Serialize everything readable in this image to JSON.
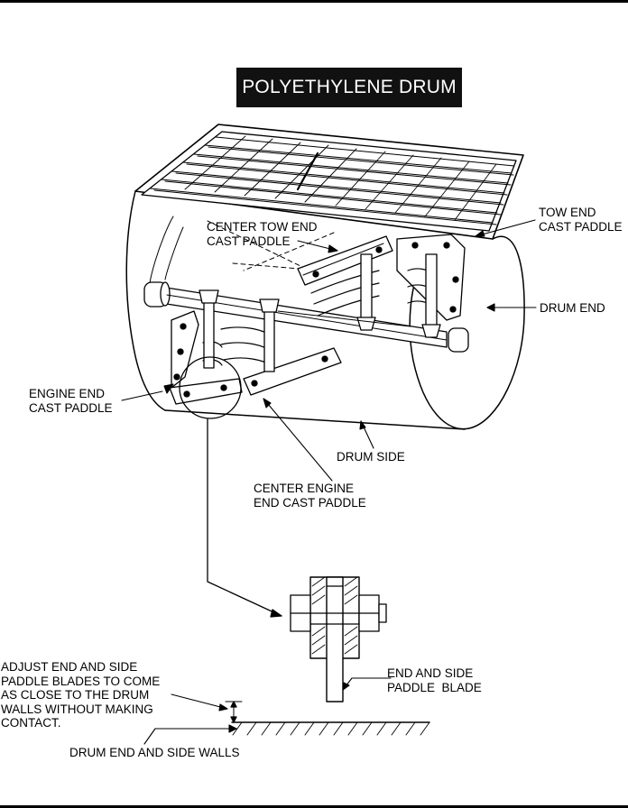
{
  "title": "POLYETHYLENE DRUM",
  "labels": {
    "center_tow_end_cast_paddle": "CENTER TOW END\nCAST PADDLE",
    "tow_end_cast_paddle": "TOW END\nCAST PADDLE",
    "drum_end": "DRUM END",
    "engine_end_cast_paddle": "ENGINE END\nCAST PADDLE",
    "drum_side": "DRUM SIDE",
    "center_engine_end_cast_paddle": "CENTER ENGINE\nEND CAST PADDLE",
    "end_and_side_paddle_blade": "END AND SIDE\nPADDLE  BLADE",
    "adjust_note": "ADJUST END AND SIDE\nPADDLE BLADES TO COME\nAS CLOSE TO THE DRUM\nWALLS WITHOUT MAKING\nCONTACT.",
    "drum_end_and_side_walls": "DRUM END AND SIDE WALLS"
  },
  "colors": {
    "ink": "#000000",
    "paper": "#ffffff",
    "title_bg": "#111111",
    "title_text": "#ffffff"
  }
}
